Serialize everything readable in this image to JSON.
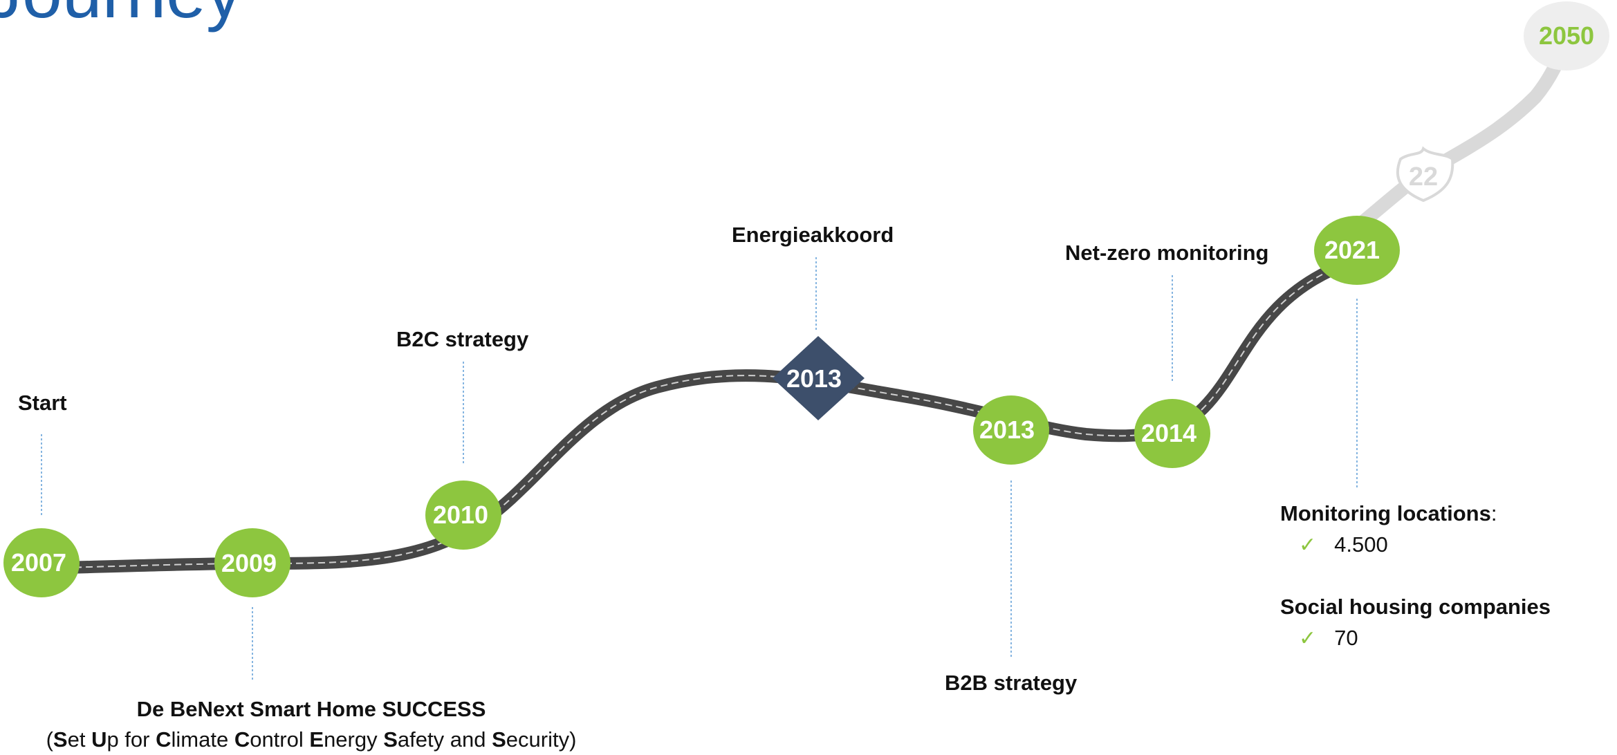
{
  "title": "Journey",
  "road_sign": "22",
  "milestones": {
    "m2007": "2007",
    "m2009": "2009",
    "m2010": "2010",
    "m2013_diamond": "2013",
    "m2013": "2013",
    "m2014": "2014",
    "m2021": "2021",
    "m2050": "2050"
  },
  "labels": {
    "start": "Start",
    "b2c": "B2C strategy",
    "energieakkoord": "Energieakkoord",
    "netzero": "Net-zero monitoring",
    "b2b": "B2B strategy",
    "benext_title": "De BeNext Smart Home SUCCESS",
    "benext_sub": [
      {
        "bold": "S",
        "rest": "et "
      },
      {
        "bold": "U",
        "rest": "p for "
      },
      {
        "bold": "C",
        "rest": "limate "
      },
      {
        "bold": "C",
        "rest": "ontrol "
      },
      {
        "bold": "E",
        "rest": "nergy "
      },
      {
        "bold": "S",
        "rest": "afety and "
      },
      {
        "bold": "S",
        "rest": "ecurity"
      }
    ]
  },
  "stats": {
    "monitoring_title": "Monitoring locations",
    "monitoring_colon": ":",
    "monitoring_value": "4.500",
    "housing_title": "Social housing companies",
    "housing_value": "70",
    "check_icon": "✓"
  },
  "colors": {
    "node_green": "#8dc63f",
    "diamond": "#3d4f6b",
    "road": "#474747",
    "future_road": "#d9d9d9",
    "title_blue": "#1f5fa8",
    "connector": "#5b9bd5"
  }
}
